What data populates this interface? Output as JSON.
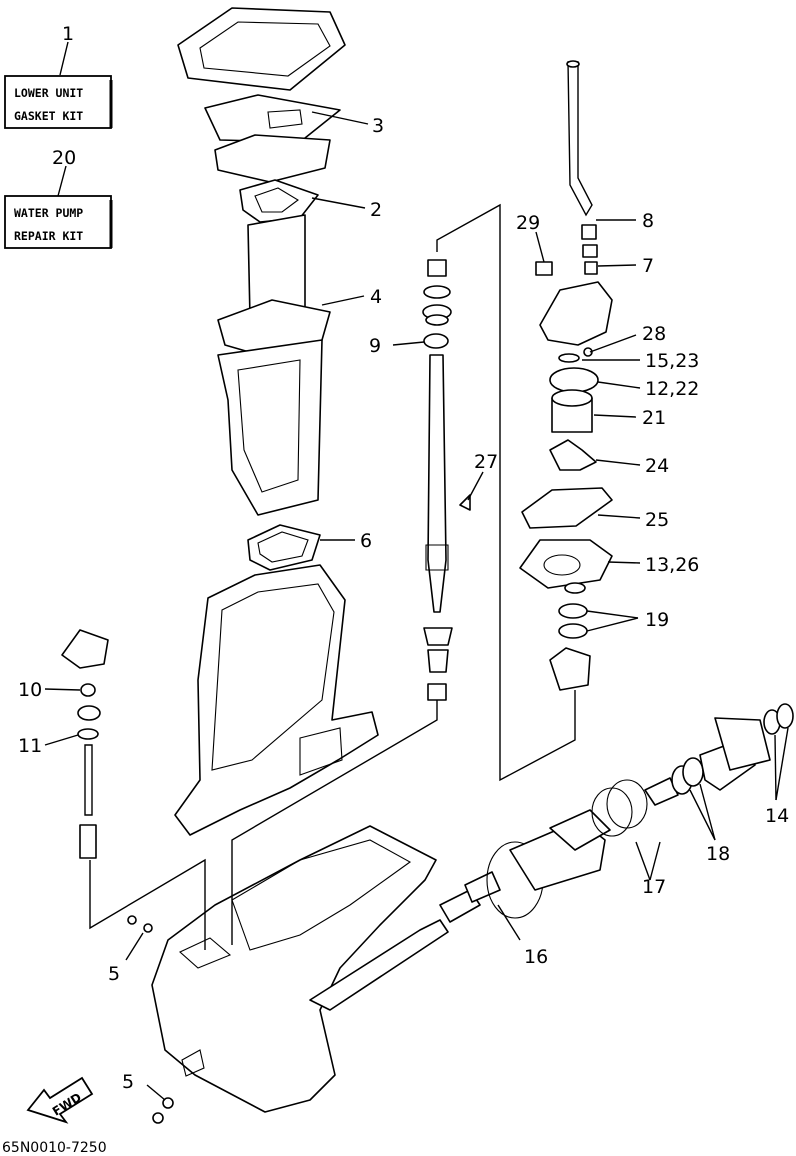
{
  "diagram": {
    "kits": [
      {
        "number": "1",
        "line1": "LOWER UNIT",
        "line2": "GASKET KIT"
      },
      {
        "number": "20",
        "line1": "WATER PUMP",
        "line2": "REPAIR KIT"
      }
    ],
    "labels": {
      "p2": "2",
      "p3": "3",
      "p4": "4",
      "p5a": "5",
      "p5b": "5",
      "p6": "6",
      "p7": "7",
      "p8": "8",
      "p9": "9",
      "p10": "10",
      "p11": "11",
      "p12_22": "12,22",
      "p13_26": "13,26",
      "p14": "14",
      "p15_23": "15,23",
      "p16": "16",
      "p17": "17",
      "p18": "18",
      "p19": "19",
      "p21": "21",
      "p24": "24",
      "p25": "25",
      "p27": "27",
      "p28": "28",
      "p29": "29"
    },
    "fwd": "FWD",
    "drawing_code": "65N0010-7250"
  }
}
